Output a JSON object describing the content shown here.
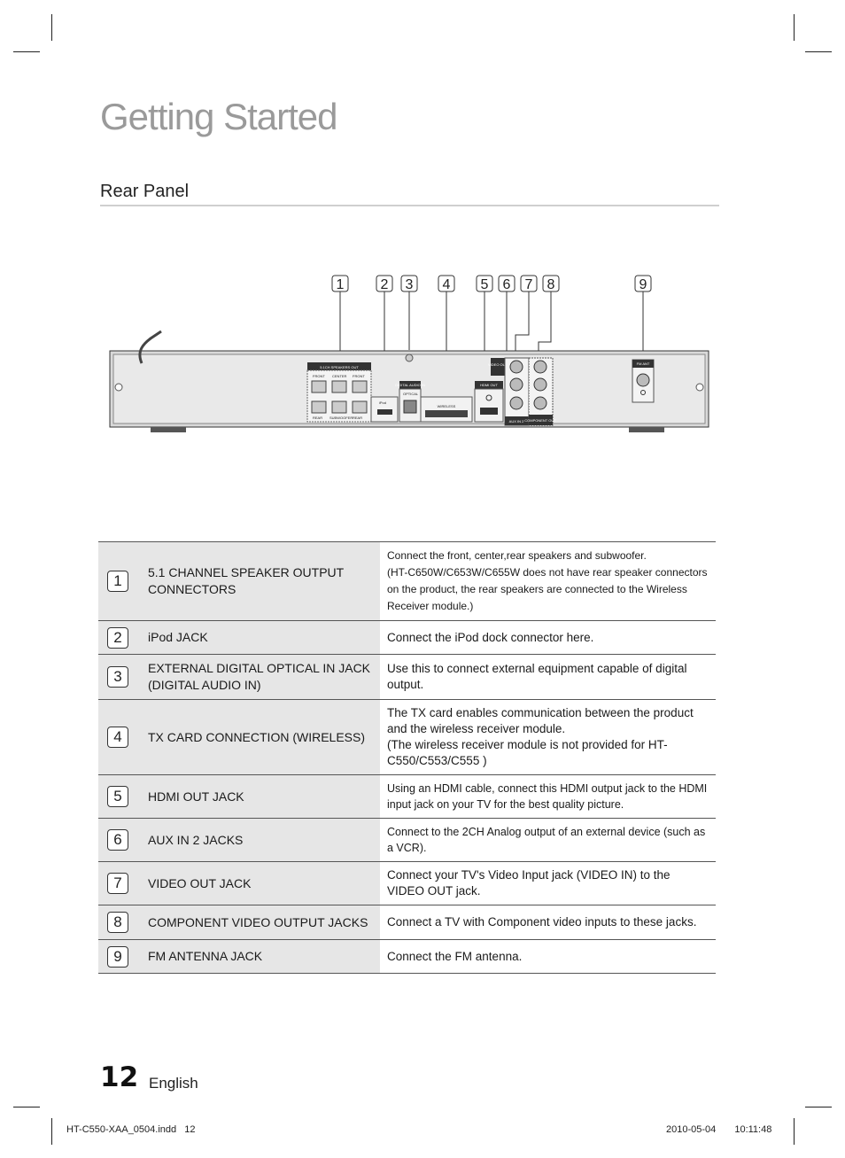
{
  "page": {
    "title": "Getting Started",
    "section": "Rear Panel",
    "page_number": "12",
    "language": "English",
    "footer_file": "HT-C550-XAA_0504.indd   12",
    "footer_date": "2010-05-04",
    "footer_time": "10:11:48"
  },
  "diagram": {
    "callouts": [
      "1",
      "2",
      "3",
      "4",
      "5",
      "6",
      "7",
      "8",
      "9"
    ],
    "panel_labels": {
      "speakers_out": "5.1CH SPEAKERS OUT",
      "front_l": "FRONT",
      "center": "CENTER",
      "front_r": "FRONT",
      "rear_l": "REAR",
      "subwoofer": "SUBWOOFER",
      "rear_r": "REAR",
      "ipod": "iPod",
      "digital_audio_in": "DIGITAL AUDIO IN",
      "optical": "OPTICAL",
      "wireless": "WIRELESS",
      "hdmi_out": "HDMI OUT",
      "video_out": "VIDEO OUT",
      "aux_in": "AUX IN 2",
      "component_out": "COMPONENT OUT",
      "fm_ant": "FM ANT"
    }
  },
  "rows": [
    {
      "num": "1",
      "label": "5.1 CHANNEL SPEAKER OUTPUT CONNECTORS",
      "desc": [
        "Connect the front, center,rear speakers and subwoofer.",
        "(HT-C650W/C653W/C655W does not have rear speaker connectors on the product, the rear speakers are connected to the Wireless Receiver module.)"
      ]
    },
    {
      "num": "2",
      "label": "iPod JACK",
      "desc": [
        "Connect the iPod dock connector here."
      ]
    },
    {
      "num": "3",
      "label": "EXTERNAL DIGITAL OPTICAL IN JACK (DIGITAL AUDIO IN)",
      "desc": [
        "Use this to connect external equipment capable of digital output."
      ]
    },
    {
      "num": "4",
      "label": "TX CARD CONNECTION (WIRELESS)",
      "desc": [
        "The TX card enables communication between the product and the wireless receiver module.",
        "(The wireless receiver module is not provided for HT-C550/C553/C555 )"
      ]
    },
    {
      "num": "5",
      "label": "HDMI OUT JACK",
      "desc": [
        "Using an HDMI cable, connect this HDMI output jack to the HDMI input jack on your TV for the best quality picture."
      ]
    },
    {
      "num": "6",
      "label": "AUX IN 2 JACKS",
      "desc": [
        "Connect to the 2CH Analog output of an external device (such as a VCR)."
      ]
    },
    {
      "num": "7",
      "label": "VIDEO OUT JACK",
      "desc": [
        "Connect your TV's Video Input jack (VIDEO IN) to the VIDEO OUT jack."
      ]
    },
    {
      "num": "8",
      "label": "COMPONENT VIDEO OUTPUT JACKS",
      "desc": [
        "Connect a TV with Component video inputs to these jacks."
      ]
    },
    {
      "num": "9",
      "label": "FM ANTENNA JACK",
      "desc": [
        "Connect the FM antenna."
      ]
    }
  ]
}
